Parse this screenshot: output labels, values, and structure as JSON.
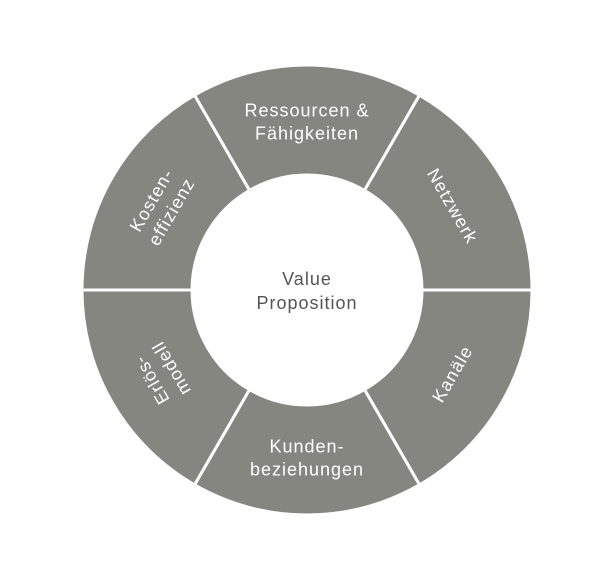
{
  "colors": {
    "segment": "#858680",
    "center_text": "#555555",
    "background": "#ffffff"
  },
  "center": {
    "line1": "Value",
    "line2": "Proposition"
  },
  "segments": [
    {
      "id": "ressourcen",
      "lines": [
        "Ressourcen &",
        "Fähigkeiten"
      ]
    },
    {
      "id": "netzwerk",
      "lines": [
        "Netzwerk"
      ]
    },
    {
      "id": "kanaele",
      "lines": [
        "Kanäle"
      ]
    },
    {
      "id": "kunden",
      "lines": [
        "Kunden-",
        "beziehungen"
      ]
    },
    {
      "id": "erloes",
      "lines": [
        "Erlös-",
        "modell"
      ]
    },
    {
      "id": "kosten",
      "lines": [
        "Kosten-",
        "effizienz"
      ]
    }
  ]
}
